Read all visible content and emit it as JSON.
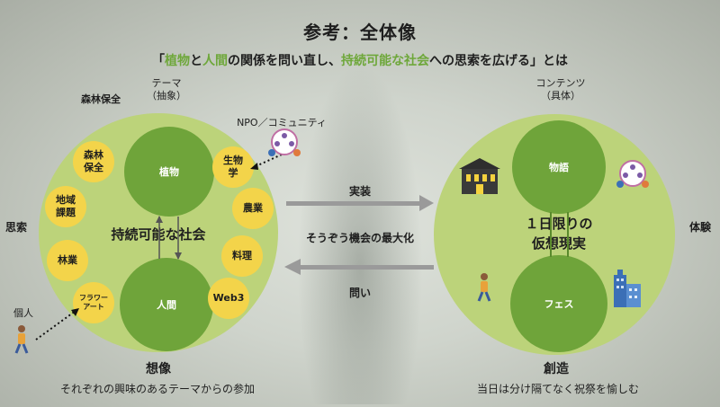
{
  "title": "参考：全体像",
  "subtitle": {
    "open": "「",
    "part1": "植物",
    "part2": "と",
    "part3": "人間",
    "part4": "の関係を問い直し、",
    "part5": "持続可能な社会",
    "part6": "への思索を広げる」とは"
  },
  "left": {
    "top_label": "森林保全",
    "theme_label": "テーマ\n（抽象）",
    "npo_label": "NPO／コミュニティ",
    "side_label": "思索",
    "individual_label": "個人",
    "inner_top": "植物",
    "inner_bottom": "人間",
    "center_text": "持続可能な社会",
    "themes": [
      "森林\n保全",
      "地域\n課題",
      "林業",
      "フラワー\nアート",
      "生物\n学",
      "農業",
      "料理",
      "Web3"
    ],
    "footer_title": "想像",
    "footer_text": "それぞれの興味のあるテーマからの参加"
  },
  "right": {
    "contents_label": "コンテンツ\n（具体）",
    "side_label": "体験",
    "inner_top": "物語",
    "inner_bottom": "フェス",
    "center_text": "１日限りの\n仮想現実",
    "footer_title": "創造",
    "footer_text": "当日は分け隔てなく祝祭を愉しむ"
  },
  "middle": {
    "top_arrow": "実装",
    "center_text": "そうぞう機会の最大化",
    "bottom_arrow": "問い"
  },
  "colors": {
    "accent_green": "#6ea73a",
    "light_green": "#bcd37a",
    "yellow": "#f3d44a"
  }
}
